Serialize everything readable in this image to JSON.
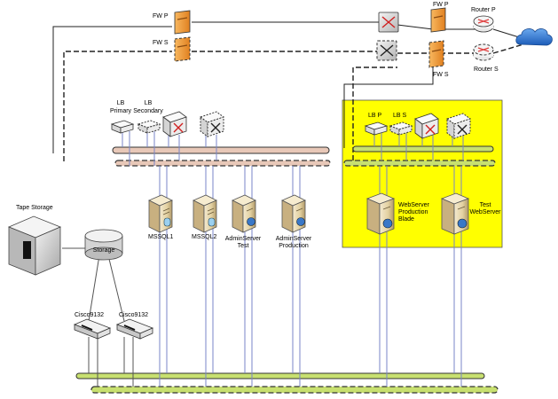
{
  "labels": {
    "fw_p_left": "FW P",
    "fw_s_left": "FW S",
    "fw_p_right": "FW P",
    "fw_s_right": "FW S",
    "router_p": "Router P",
    "router_s": "Router S",
    "lb_primary_line1": "LB",
    "lb_primary_line2": "Primary",
    "lb_secondary_line1": "LB",
    "lb_secondary_line2": "Secondary",
    "lb_p": "LB P",
    "lb_s": "LB S",
    "tape_storage": "Tape Storage",
    "storage": "Storage",
    "cisco_1": "Cisco9132",
    "cisco_2": "Cisco9132",
    "mssql1": "MSSQL1",
    "mssql2": "MSSQL2",
    "adminserver_test_line1": "AdminServer",
    "adminserver_test_line2": "Test",
    "adminserver_prod_line1": "AdminServer",
    "adminserver_prod_line2": "Production",
    "webserver_prod_line1": "WebServer",
    "webserver_prod_line2": "Production",
    "webserver_prod_line3": "Blade",
    "webserver_test_line1": "Test",
    "webserver_test_line2": "WebServer"
  },
  "colors": {
    "dmz_zone": "#ffff00",
    "firewall": "#f5a040",
    "backbone_primary": "#e8c8b8",
    "backbone_green": "#c8e070",
    "cloud": "#3a7fd0",
    "router": "#e04040"
  },
  "icons": {
    "firewall": "firewall-icon",
    "router": "router-icon",
    "switch": "switch-icon",
    "load_balancer": "load-balancer-icon",
    "server": "server-icon",
    "tape_library": "tape-library-icon",
    "storage_disk": "storage-disk-icon",
    "san_switch": "san-switch-icon",
    "cloud": "internet-cloud-icon"
  }
}
